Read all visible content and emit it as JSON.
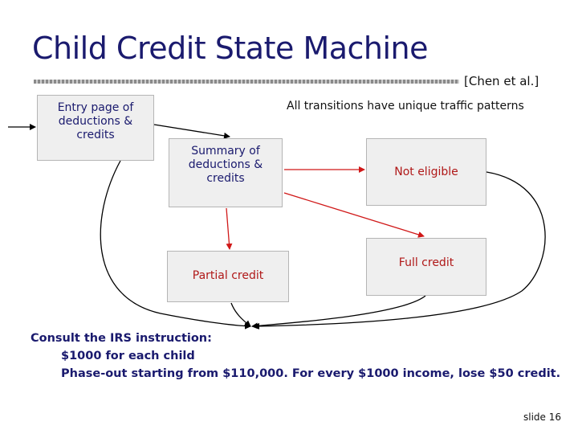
{
  "title": "Child Credit State Machine",
  "citation": "[Chen et al.]",
  "caption": "All transitions have unique traffic patterns",
  "states": {
    "entry": [
      "Entry page of",
      "deductions &",
      "credits"
    ],
    "summary": [
      "Summary of",
      "deductions &",
      "credits"
    ],
    "not_eligible": "Not eligible",
    "partial": "Partial credit",
    "full": "Full credit"
  },
  "note": {
    "heading": "Consult the IRS instruction:",
    "line1": "$1000 for each child",
    "line2": "Phase-out starting from $110,000. For every $1000 income, lose $50 credit."
  },
  "slide_number": "slide 16",
  "colors": {
    "title": "#1a1a6e",
    "state_fill": "#efefef",
    "red_arrow": "#d01818",
    "black_arrow": "#000000"
  }
}
